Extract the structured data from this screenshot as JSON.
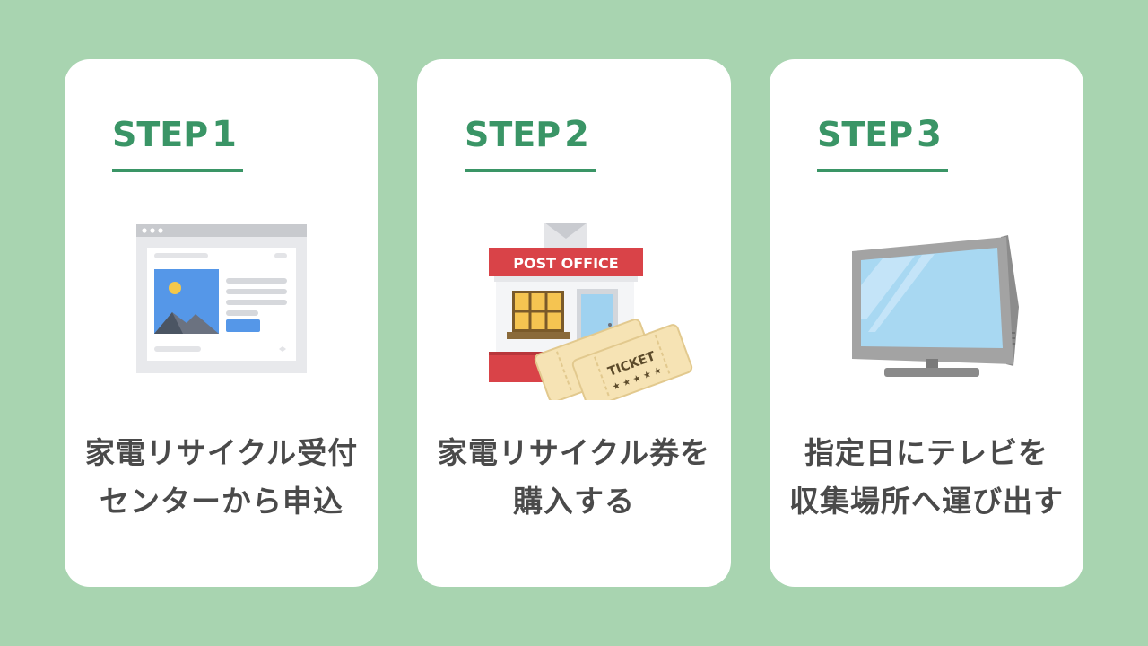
{
  "steps": [
    {
      "label": "STEP",
      "number": "1",
      "illustration": "web-page-icon",
      "lines": [
        "家電リサイクル受付",
        "センターから申込"
      ]
    },
    {
      "label": "STEP",
      "number": "2",
      "illustration": "post-office-icon",
      "sign": "POST OFFICE",
      "ticket_text": "TICKET",
      "lines": [
        "家電リサイクル券を",
        "購入する"
      ]
    },
    {
      "label": "STEP",
      "number": "3",
      "illustration": "television-icon",
      "lines": [
        "指定日にテレビを",
        "収集場所へ運び出す"
      ]
    }
  ],
  "colors": {
    "background": "#a8d4b0",
    "accent": "#3a9566",
    "text": "#4a4a4a",
    "card": "#ffffff"
  }
}
